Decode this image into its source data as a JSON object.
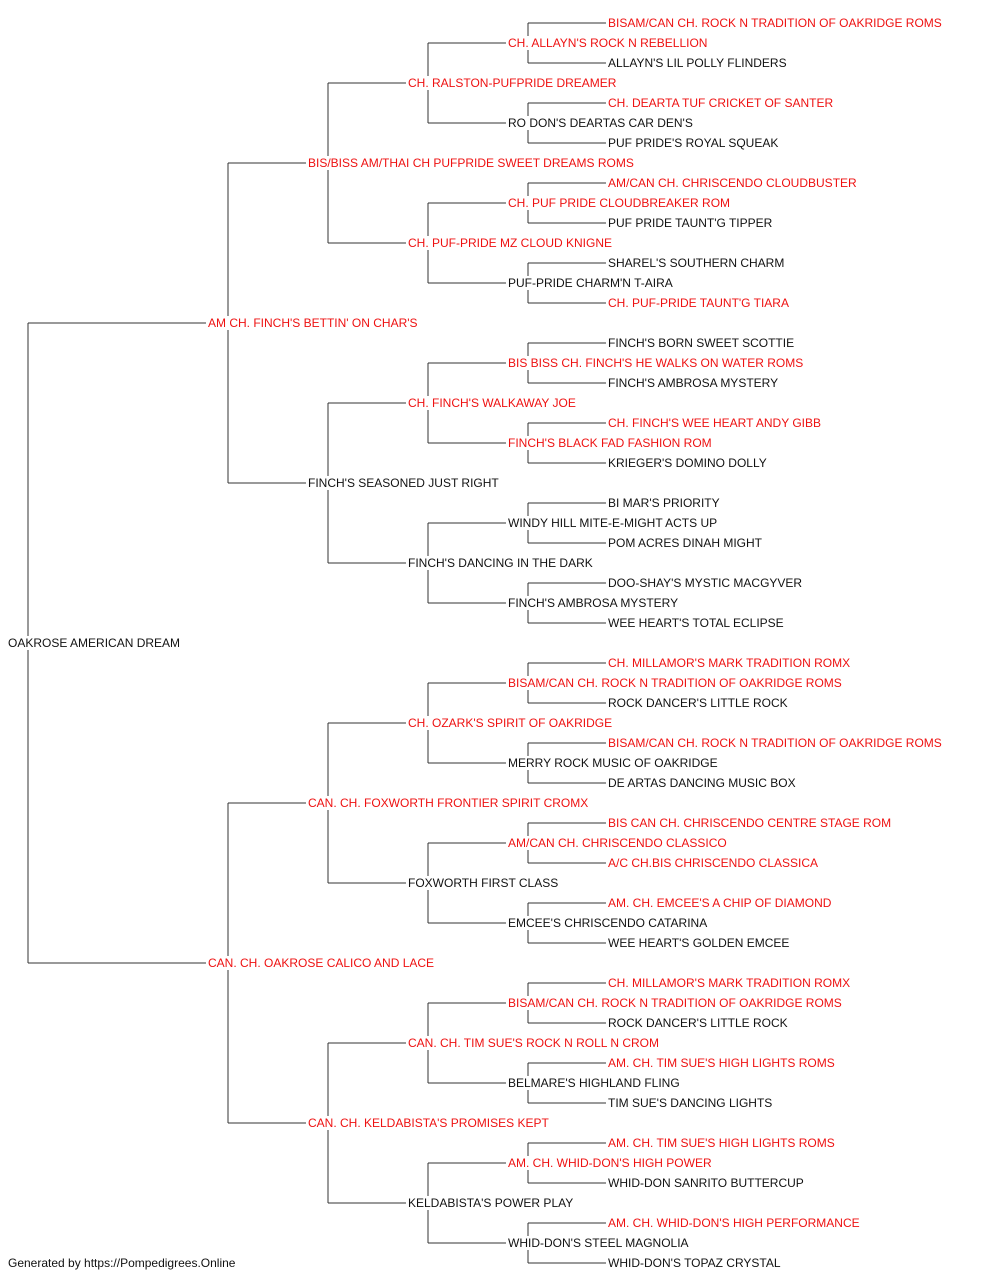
{
  "pedigree": {
    "name": "OAKROSE AMERICAN DREAM",
    "sire": {
      "name": "AM CH. FINCH'S BETTIN' ON CHAR'S",
      "titled": true,
      "sire": {
        "name": "BIS/BISS AM/THAI CH PUFPRIDE SWEET DREAMS ROMS",
        "titled": true,
        "sire": {
          "name": "CH. RALSTON-PUFPRIDE DREAMER",
          "titled": true,
          "sire": {
            "name": "CH. ALLAYN'S ROCK N REBELLION",
            "titled": true,
            "sire": {
              "name": "BISAM/CAN CH. ROCK N TRADITION OF OAKRIDGE ROMS",
              "titled": true
            },
            "dam": {
              "name": "ALLAYN'S LIL POLLY FLINDERS",
              "titled": false
            }
          },
          "dam": {
            "name": "RO DON'S DEARTAS CAR DEN'S",
            "titled": false,
            "sire": {
              "name": "CH. DEARTA TUF CRICKET OF SANTER",
              "titled": true
            },
            "dam": {
              "name": "PUF PRIDE'S ROYAL SQUEAK",
              "titled": false
            }
          }
        },
        "dam": {
          "name": "CH. PUF-PRIDE MZ CLOUD KNIGNE",
          "titled": true,
          "sire": {
            "name": "CH. PUF PRIDE CLOUDBREAKER ROM",
            "titled": true,
            "sire": {
              "name": "AM/CAN CH. CHRISCENDO CLOUDBUSTER",
              "titled": true
            },
            "dam": {
              "name": "PUF PRIDE TAUNT'G TIPPER",
              "titled": false
            }
          },
          "dam": {
            "name": "PUF-PRIDE CHARM'N T-AIRA",
            "titled": false,
            "sire": {
              "name": "SHAREL'S SOUTHERN CHARM",
              "titled": false
            },
            "dam": {
              "name": "CH. PUF-PRIDE TAUNT'G TIARA",
              "titled": true
            }
          }
        }
      },
      "dam": {
        "name": "FINCH'S SEASONED JUST RIGHT",
        "titled": false,
        "sire": {
          "name": "CH. FINCH'S WALKAWAY JOE",
          "titled": true,
          "sire": {
            "name": "BIS BISS CH. FINCH'S HE WALKS ON WATER ROMS",
            "titled": true,
            "sire": {
              "name": "FINCH'S BORN SWEET SCOTTIE",
              "titled": false
            },
            "dam": {
              "name": "FINCH'S AMBROSA MYSTERY",
              "titled": false
            }
          },
          "dam": {
            "name": "FINCH'S BLACK FAD FASHION ROM",
            "titled": true,
            "sire": {
              "name": "CH. FINCH'S WEE HEART ANDY GIBB",
              "titled": true
            },
            "dam": {
              "name": "KRIEGER'S DOMINO DOLLY",
              "titled": false
            }
          }
        },
        "dam": {
          "name": "FINCH'S DANCING IN THE DARK",
          "titled": false,
          "sire": {
            "name": "WINDY HILL MITE-E-MIGHT ACTS UP",
            "titled": false,
            "sire": {
              "name": "BI MAR'S PRIORITY",
              "titled": false
            },
            "dam": {
              "name": "POM ACRES DINAH MIGHT",
              "titled": false
            }
          },
          "dam": {
            "name": "FINCH'S AMBROSA MYSTERY",
            "titled": false,
            "sire": {
              "name": "DOO-SHAY'S MYSTIC MACGYVER",
              "titled": false
            },
            "dam": {
              "name": "WEE HEART'S TOTAL ECLIPSE",
              "titled": false
            }
          }
        }
      }
    },
    "dam": {
      "name": "CAN. CH. OAKROSE CALICO AND LACE",
      "titled": true,
      "sire": {
        "name": "CAN. CH. FOXWORTH FRONTIER SPIRIT CROMX",
        "titled": true,
        "sire": {
          "name": "CH. OZARK'S SPIRIT OF OAKRIDGE",
          "titled": true,
          "sire": {
            "name": "BISAM/CAN CH. ROCK N TRADITION OF OAKRIDGE ROMS",
            "titled": true,
            "sire": {
              "name": "CH. MILLAMOR'S MARK TRADITION ROMX",
              "titled": true
            },
            "dam": {
              "name": "ROCK DANCER'S LITTLE ROCK",
              "titled": false
            }
          },
          "dam": {
            "name": "MERRY ROCK MUSIC OF OAKRIDGE",
            "titled": false,
            "sire": {
              "name": "BISAM/CAN CH. ROCK N TRADITION OF OAKRIDGE ROMS",
              "titled": true
            },
            "dam": {
              "name": "DE ARTAS DANCING MUSIC BOX",
              "titled": false
            }
          }
        },
        "dam": {
          "name": "FOXWORTH FIRST CLASS",
          "titled": false,
          "sire": {
            "name": "AM/CAN CH. CHRISCENDO CLASSICO",
            "titled": true,
            "sire": {
              "name": "BIS CAN CH. CHRISCENDO CENTRE STAGE ROM",
              "titled": true
            },
            "dam": {
              "name": "A/C CH.BIS CHRISCENDO CLASSICA",
              "titled": true
            }
          },
          "dam": {
            "name": "EMCEE'S CHRISCENDO CATARINA",
            "titled": false,
            "sire": {
              "name": "AM. CH. EMCEE'S A CHIP OF DIAMOND",
              "titled": true
            },
            "dam": {
              "name": "WEE HEART'S GOLDEN EMCEE",
              "titled": false
            }
          }
        }
      },
      "dam": {
        "name": "CAN. CH. KELDABISTA'S PROMISES KEPT",
        "titled": true,
        "sire": {
          "name": "CAN. CH. TIM SUE'S ROCK N ROLL N CROM",
          "titled": true,
          "sire": {
            "name": "BISAM/CAN CH. ROCK N TRADITION OF OAKRIDGE ROMS",
            "titled": true,
            "sire": {
              "name": "CH. MILLAMOR'S MARK TRADITION ROMX",
              "titled": true
            },
            "dam": {
              "name": "ROCK DANCER'S LITTLE ROCK",
              "titled": false
            }
          },
          "dam": {
            "name": "BELMARE'S HIGHLAND FLING",
            "titled": false,
            "sire": {
              "name": "AM. CH. TIM SUE'S HIGH LIGHTS ROMS",
              "titled": true
            },
            "dam": {
              "name": "TIM SUE'S DANCING LIGHTS",
              "titled": false
            }
          }
        },
        "dam": {
          "name": "KELDABISTA'S POWER PLAY",
          "titled": false,
          "sire": {
            "name": "AM. CH. WHID-DON'S HIGH POWER",
            "titled": true,
            "sire": {
              "name": "AM. CH. TIM SUE'S HIGH LIGHTS ROMS",
              "titled": true
            },
            "dam": {
              "name": "WHID-DON SANRITO BUTTERCUP",
              "titled": false
            }
          },
          "dam": {
            "name": "WHID-DON'S STEEL MAGNOLIA",
            "titled": false,
            "sire": {
              "name": "AM. CH. WHID-DON'S HIGH PERFORMANCE",
              "titled": true
            },
            "dam": {
              "name": "WHID-DON'S TOPAZ CRYSTAL",
              "titled": false
            }
          }
        }
      }
    }
  },
  "colors": {
    "titled": "#ee1111",
    "untitled": "#111111",
    "connector": "#333333"
  },
  "footer": "Generated by https://Pompedigrees.Online"
}
